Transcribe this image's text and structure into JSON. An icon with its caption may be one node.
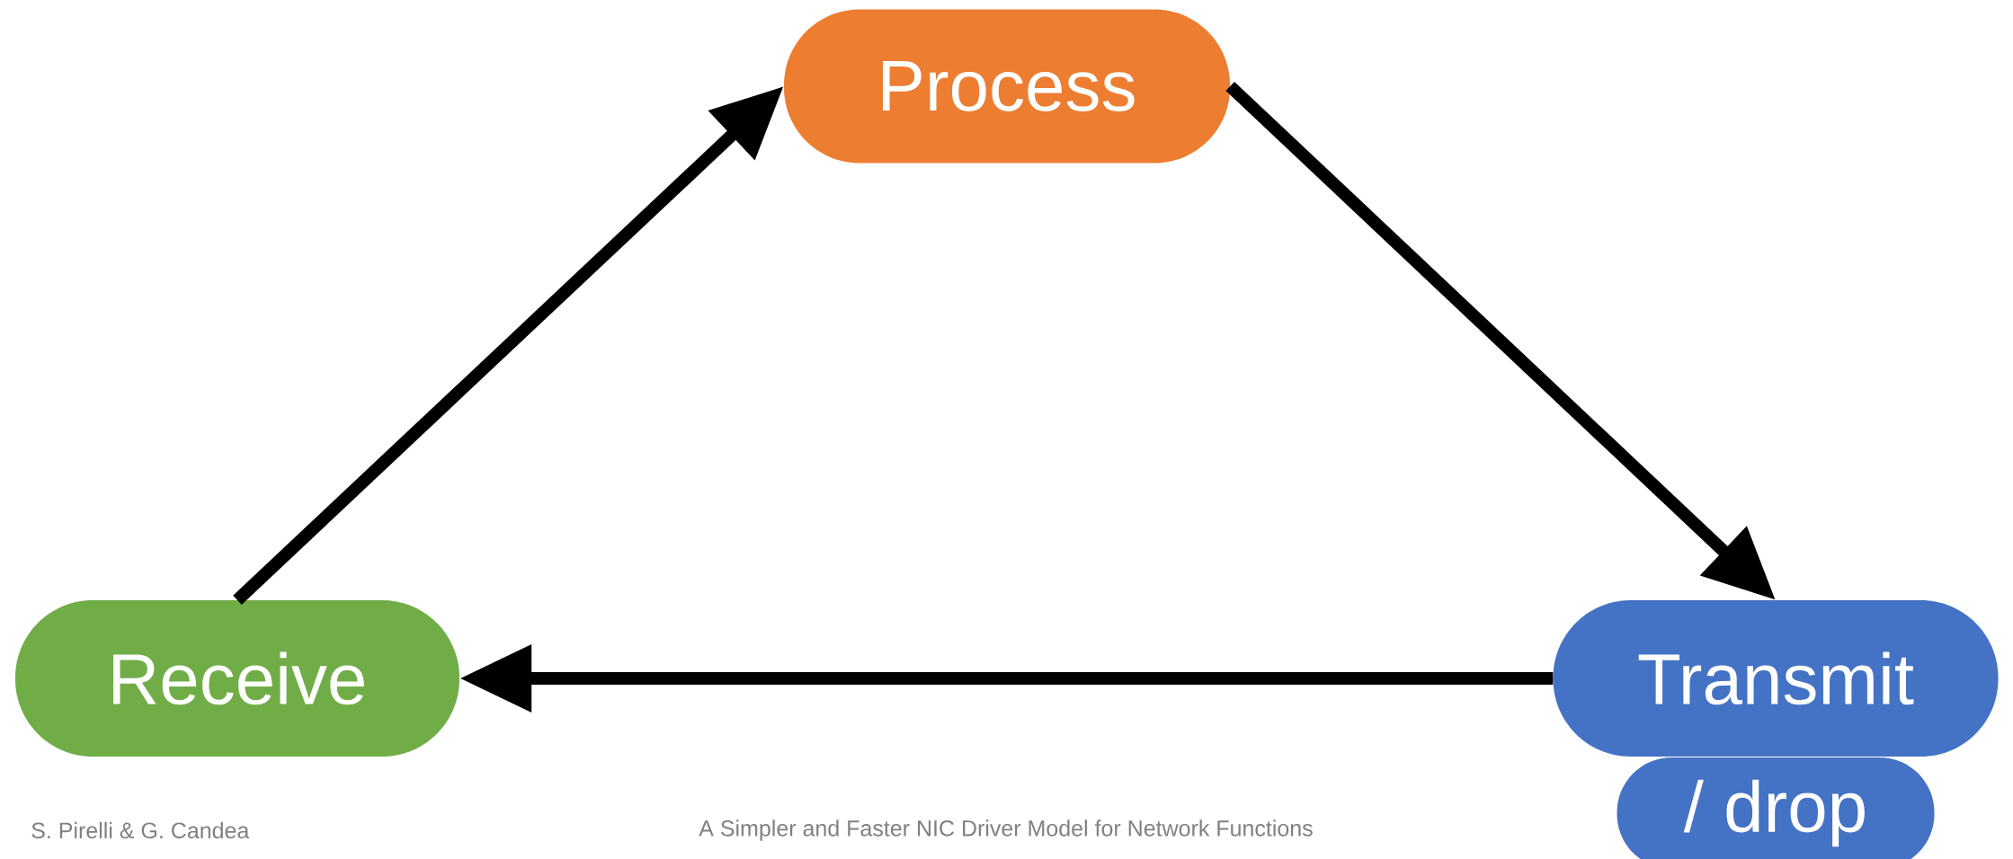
{
  "diagram": {
    "nodes": [
      {
        "text": [
          "Receive"
        ]
      },
      {
        "text": [
          "Process"
        ]
      },
      {
        "text": [
          "Transmit"
        ]
      },
      {
        "text": [
          "/ drop"
        ]
      }
    ],
    "edges": [
      {
        "from": 0,
        "to": 1,
        "arrow": "to"
      },
      {
        "from": 1,
        "to": 2,
        "arrow": "to"
      },
      {
        "from": 2,
        "to": 0,
        "arrow": "to"
      }
    ],
    "labels": [
      "S. Pirelli & G. Candea",
      "A Simpler and Faster NIC Driver Model for Network Functions"
    ]
  }
}
